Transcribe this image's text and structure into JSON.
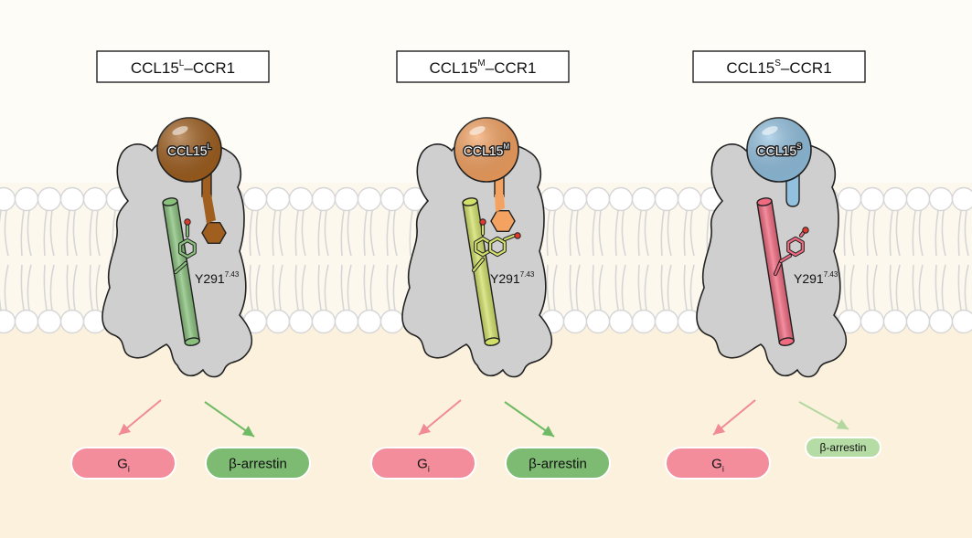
{
  "panels": [
    {
      "title_base": "CCL15",
      "title_sup": "L",
      "title_suffix": "–CCR1",
      "ligand_base": "CCL15",
      "ligand_sup": "L",
      "residue_base": "Y291",
      "residue_sup": "7.43",
      "ligand_color": "#a05f1f",
      "helix_color": "#88c07c",
      "outputs": [
        {
          "label_base": "G",
          "label_sub": "i",
          "color": "#f38d9c",
          "arrow_color": "#f08a96",
          "size": "large"
        },
        {
          "label_base": "β-arrestin",
          "label_sub": "",
          "color": "#7dbb73",
          "arrow_color": "#6fba64",
          "size": "large"
        }
      ]
    },
    {
      "title_base": "CCL15",
      "title_sup": "M",
      "title_suffix": "–CCR1",
      "ligand_base": "CCL15",
      "ligand_sup": "M",
      "residue_base": "Y291",
      "residue_sup": "7.43",
      "ligand_color": "#f4a261",
      "helix_color": "#d2e06a",
      "outputs": [
        {
          "label_base": "G",
          "label_sub": "i",
          "color": "#f38d9c",
          "arrow_color": "#f08a96",
          "size": "large"
        },
        {
          "label_base": "β-arrestin",
          "label_sub": "",
          "color": "#7dbb73",
          "arrow_color": "#6fba64",
          "size": "large"
        }
      ]
    },
    {
      "title_base": "CCL15",
      "title_sup": "S",
      "title_suffix": "–CCR1",
      "ligand_base": "CCL15",
      "ligand_sup": "S",
      "residue_base": "Y291",
      "residue_sup": "7.43",
      "ligand_color": "#92c1e0",
      "helix_color": "#f06a80",
      "outputs": [
        {
          "label_base": "G",
          "label_sub": "i",
          "color": "#f38d9c",
          "arrow_color": "#f08a96",
          "size": "large"
        },
        {
          "label_base": "β-arrestin",
          "label_sub": "",
          "color": "#b6dca6",
          "arrow_color": "#b2d8a0",
          "size": "small"
        }
      ]
    }
  ],
  "colors": {
    "background": "#fdfcf7",
    "cytoplasm": "#fcf1dd",
    "membrane_head": "#ffffff",
    "membrane_outline": "#d6d6d6",
    "receptor_fill": "#cfcfcf",
    "receptor_outline": "#222222"
  }
}
